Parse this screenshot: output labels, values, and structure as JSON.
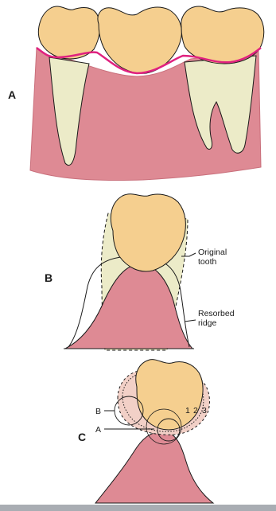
{
  "panels": {
    "a": {
      "letter": "A"
    },
    "b": {
      "letter": "B",
      "callouts": {
        "original_tooth": [
          "Original",
          "tooth"
        ],
        "resorbed_ridge": [
          "Resorbed",
          "ridge"
        ]
      }
    },
    "c": {
      "letter": "C",
      "point_labels": {
        "b": "B",
        "a": "A"
      },
      "contour_numbers": [
        "1",
        "2",
        "3"
      ]
    }
  },
  "colors": {
    "crown": "#f5cf8f",
    "root": "#ecebc8",
    "gingiva": "#de8a94",
    "gingiva_dark": "#c96f7b",
    "margin_line": "#e0217f",
    "outline": "#1a1a1a",
    "bottom_bar": "#a9adb3"
  }
}
